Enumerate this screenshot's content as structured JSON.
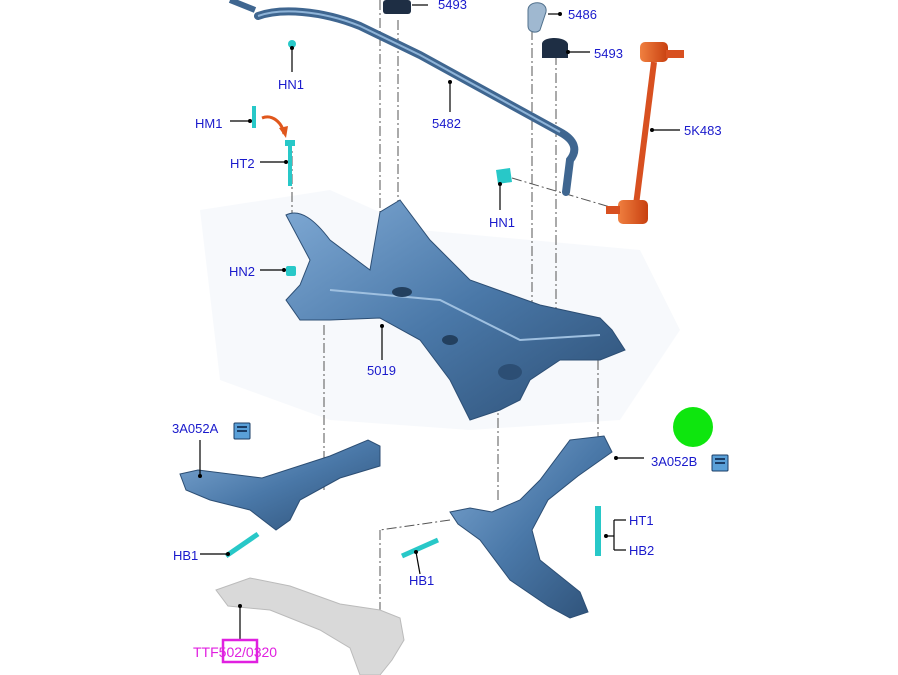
{
  "parts": {
    "stab_bushing_top": "5493",
    "stab_bushing_right": "5493",
    "stab_bar_clamp": "5486",
    "stab_bar": "5482",
    "stab_link": "5K483",
    "nut_left": "HN1",
    "nut_right": "HN1",
    "nut_hn2": "HN2",
    "hm1": "HM1",
    "ht2": "HT2",
    "subframe": "5019",
    "arm_left": "3A052A",
    "arm_right": "3A052B",
    "ht1": "HT1",
    "hb2": "HB2",
    "hb1_left": "HB1",
    "hb1_right": "HB1",
    "ref_code": "TTF502/0320"
  },
  "colors": {
    "label": "#1a1acc",
    "part_body": "#4f7fae",
    "link_orange": "#e0571c",
    "fastener_cyan": "#28c8c8",
    "marker_green": "#0ee60e",
    "ref_magenta": "#e020e0"
  },
  "icons": {
    "book_icon_left": "book-icon",
    "book_icon_right": "book-icon"
  }
}
